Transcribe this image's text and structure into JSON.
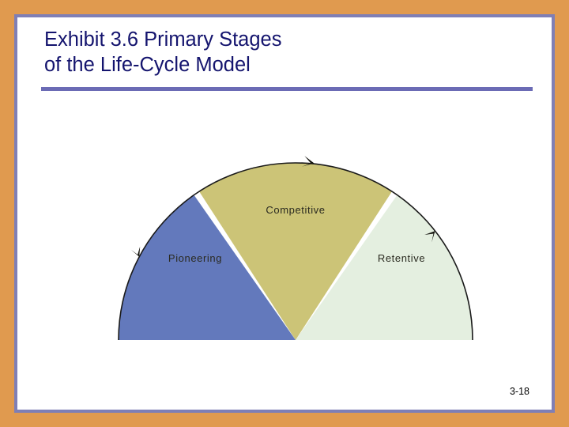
{
  "slide": {
    "title_line_1": "Exhibit 3.6 Primary Stages",
    "title_line_2": "of the Life-Cycle Model",
    "page_number": "3-18"
  },
  "colors": {
    "frame_outer": "#E09A4F",
    "frame_inner": "#7F7FB5",
    "canvas": "#FFFFFF",
    "title_text": "#14146E",
    "title_rule": "#6B6BB5",
    "sector_pioneering": "#6379BC",
    "sector_competitive": "#CCC477",
    "sector_retentive": "#E4EFE0",
    "arc_stroke": "#1A1A1A",
    "label_text": "#2A2A20"
  },
  "chart_data": {
    "type": "pie",
    "title": "Exhibit 3.6 Primary Stages of the Life-Cycle Model",
    "shape": "semicircle",
    "direction": "clockwise",
    "legend": "none",
    "grid": false,
    "categories": [
      "Pioneering",
      "Competitive",
      "Retentive"
    ],
    "values": [
      55,
      70,
      55
    ],
    "unit": "degrees",
    "slices": [
      {
        "name": "Pioneering",
        "label": "Pioneering",
        "color": "#6379BC",
        "start_angle": 180,
        "end_angle": 125,
        "sweep": 55
      },
      {
        "name": "Competitive",
        "label": "Competitive",
        "color": "#CCC477",
        "start_angle": 123,
        "end_angle": 57,
        "sweep": 66
      },
      {
        "name": "Retentive",
        "label": "Retentive",
        "color": "#E4EFE0",
        "start_angle": 55,
        "end_angle": 0,
        "sweep": 55
      }
    ],
    "annotations": [
      {
        "name": "arrow-left",
        "at_angle": 152,
        "points": "clockwise"
      },
      {
        "name": "arrow-top",
        "at_angle": 96,
        "points": "clockwise"
      },
      {
        "name": "arrow-right",
        "at_angle": 38,
        "points": "clockwise"
      }
    ]
  }
}
